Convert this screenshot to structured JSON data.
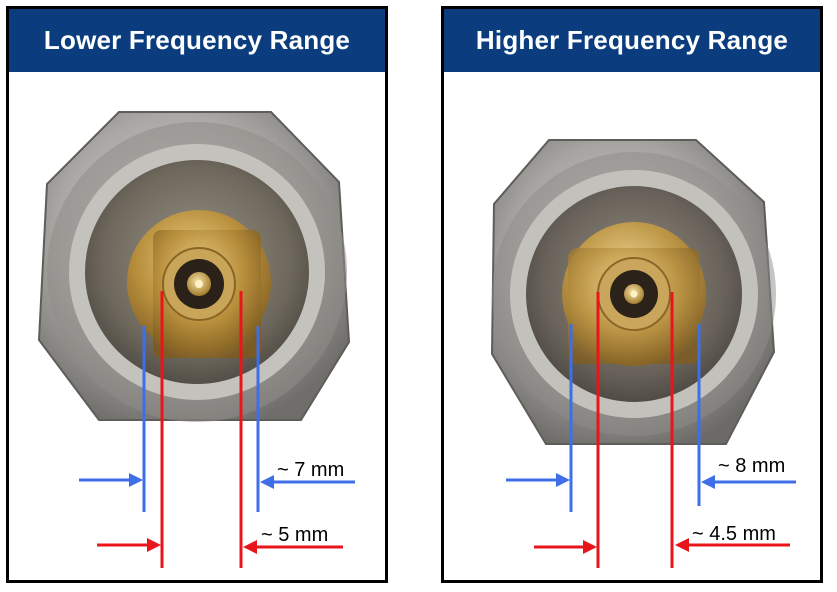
{
  "panels": {
    "lower": {
      "title": "Lower Frequency Range",
      "blue_label": "~ 7 mm",
      "red_label": "~ 5 mm"
    },
    "higher": {
      "title": "Higher Frequency Range",
      "blue_label": "~ 8 mm",
      "red_label": "~ 4.5 mm"
    }
  },
  "colors": {
    "header_bg": "#0b3d7e",
    "blue_line": "#3e6ee8",
    "red_line": "#e8161b"
  },
  "icons": {
    "connector": "coaxial-connector-photo"
  }
}
